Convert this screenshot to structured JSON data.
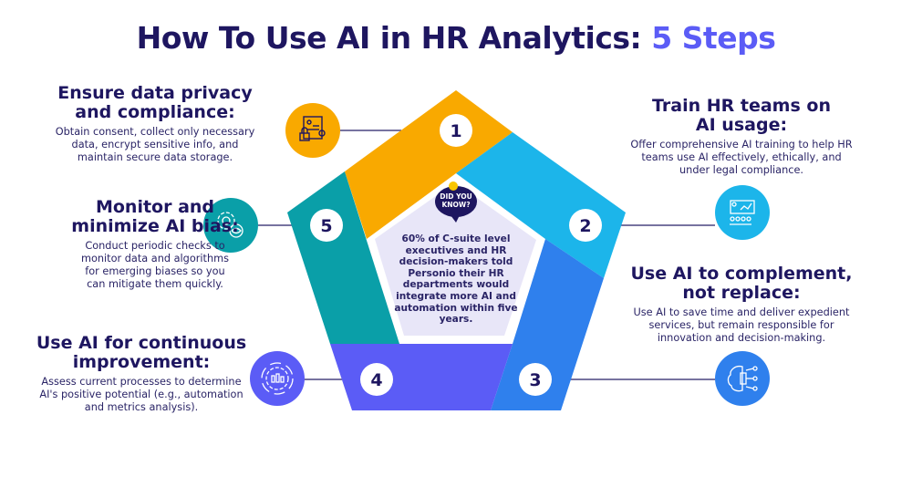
{
  "title": {
    "main": "How To Use AI in HR Analytics: ",
    "accent": "5 Steps"
  },
  "colors": {
    "navy": "#1e1660",
    "accent": "#5b5cf6",
    "orange": "#f9a900",
    "cyan": "#1cb5ea",
    "blue": "#2f80ed",
    "purple": "#5b5cf6",
    "teal": "#0a9fa8",
    "pale": "#e8e6f8"
  },
  "center": {
    "badge_line1": "DID YOU",
    "badge_line2": "KNOW?",
    "text": "60% of C-suite level executives and HR decision-makers told Personio their HR departments would integrate more AI and automation within five years."
  },
  "steps": [
    {
      "number": "1",
      "title_line1": "Ensure data privacy",
      "title_line2": "and compliance:",
      "body": "Obtain consent, collect only necessary data, encrypt sensitive info, and maintain secure data storage.",
      "icon": "document-lock-icon"
    },
    {
      "number": "2",
      "title_line1": "Train HR teams on",
      "title_line2": "AI usage:",
      "body": "Offer comprehensive AI training to help HR teams use AI effectively, ethically, and under legal compliance.",
      "icon": "presentation-training-icon"
    },
    {
      "number": "3",
      "title_line1": "Use AI to complement,",
      "title_line2": "not replace:",
      "body": "Use AI to save time and deliver expedient services, but remain responsible for innovation and decision-making.",
      "icon": "ai-brain-circuit-icon"
    },
    {
      "number": "4",
      "title_line1": "Use AI for continuous",
      "title_line2": "improvement:",
      "body": "Assess current processes to determine AI's positive potential (e.g., automation and metrics analysis).",
      "icon": "gear-chart-icon"
    },
    {
      "number": "5",
      "title_line1": "Monitor and",
      "title_line2": "minimize AI bias:",
      "body": "Conduct periodic checks to monitor data and algorithms for emerging biases so you can mitigate them quickly.",
      "icon": "gear-eye-icon"
    }
  ]
}
